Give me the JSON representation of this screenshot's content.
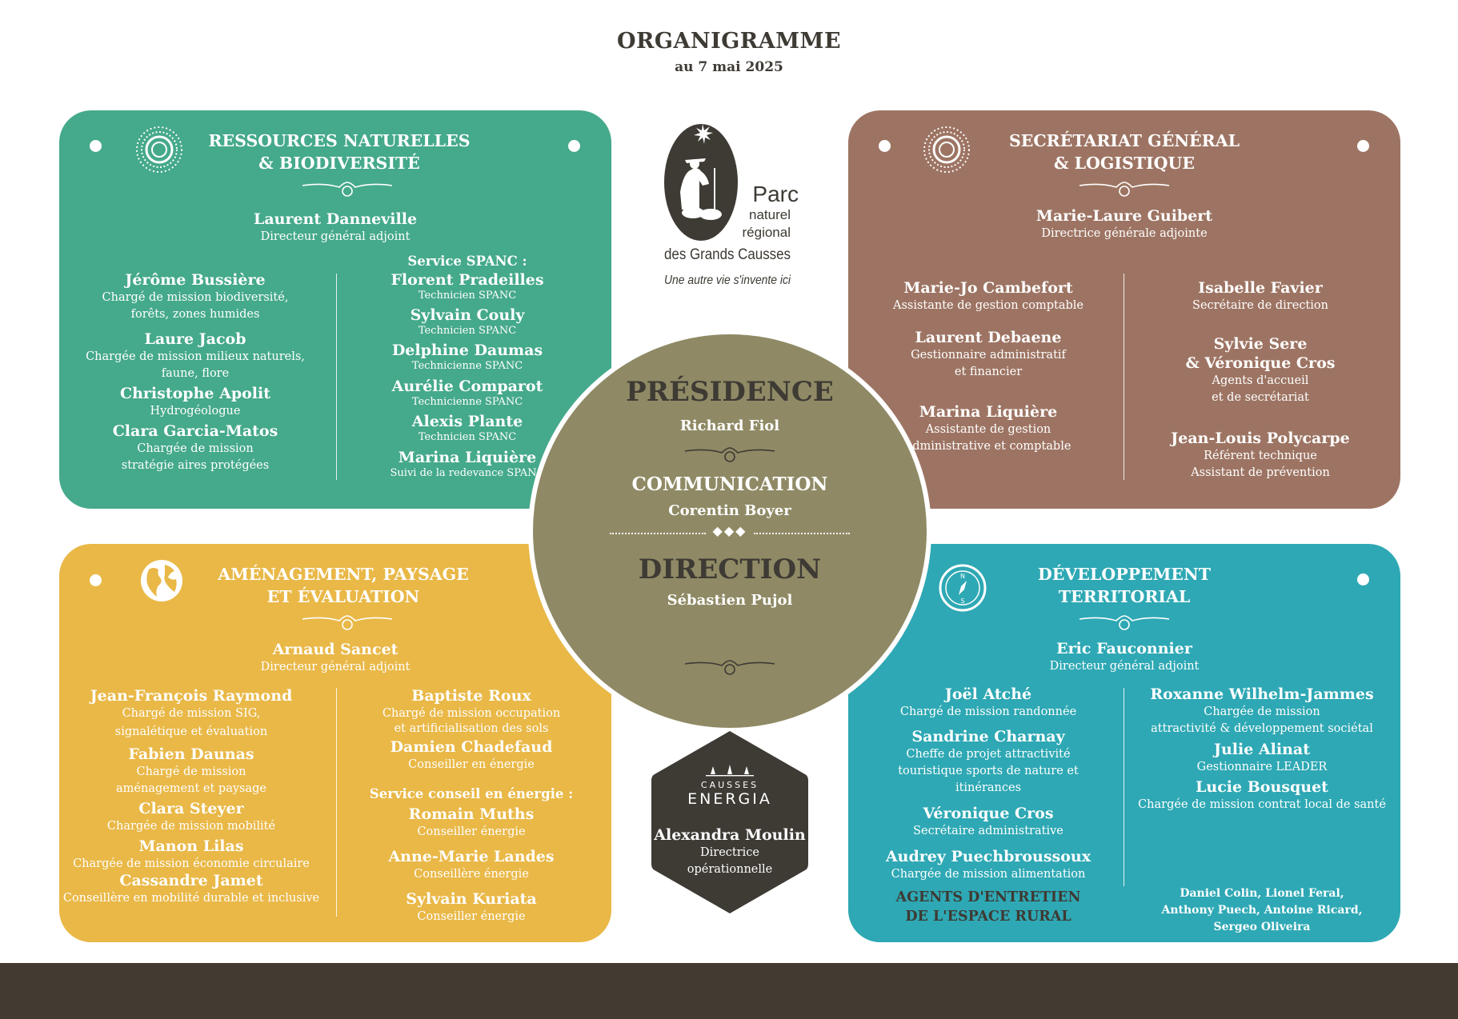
{
  "header": {
    "title": "ORGANIGRAMME",
    "date": "au 7 mai 2025"
  },
  "logo": {
    "line1": "Parc",
    "line2": "naturel",
    "line3": "régional",
    "line4": "des Grands Causses",
    "tagline": "Une autre vie s'invente ici"
  },
  "center": {
    "presidence": {
      "title": "PRÉSIDENCE",
      "name": "Richard Fiol"
    },
    "communication": {
      "title": "COMMUNICATION",
      "name": "Corentin Boyer"
    },
    "direction": {
      "title": "DIRECTION",
      "name": "Sébastien Pujol"
    }
  },
  "energia": {
    "logo_top": "CAUSSES",
    "logo_bottom": "ENERGIA",
    "name": "Alexandra Moulin",
    "role1": "Directrice",
    "role2": "opérationnelle"
  },
  "colors": {
    "rn": "#45a98b",
    "sg": "#9d7463",
    "am": "#e9b847",
    "dt": "#2ea8b4",
    "center": "#8f8a65",
    "dark": "#3e3a34",
    "footer": "#433b31"
  },
  "ressources": {
    "title1": "RESSOURCES NATURELLES",
    "title2": "& BIODIVERSITÉ",
    "icon": "sun-icon",
    "leader": {
      "name": "Laurent Danneville",
      "role": "Directeur général adjoint"
    },
    "left": [
      {
        "name": "Jérôme Bussière",
        "role1": "Chargé de mission biodiversité,",
        "role2": "forêts, zones humides"
      },
      {
        "name": "Laure Jacob",
        "role1": "Chargée de mission milieux naturels,",
        "role2": "faune, flore"
      },
      {
        "name": "Christophe Apolit",
        "role1": "Hydrogéologue"
      },
      {
        "name": "Clara Garcia-Matos",
        "role1": "Chargée de mission",
        "role2": "stratégie aires protégées"
      }
    ],
    "service": "Service SPANC :",
    "right": [
      {
        "name": "Florent Pradeilles",
        "role": "Technicien SPANC"
      },
      {
        "name": "Sylvain Couly",
        "role": "Technicien SPANC"
      },
      {
        "name": "Delphine Daumas",
        "role": "Technicienne SPANC"
      },
      {
        "name": "Aurélie Comparot",
        "role": "Technicienne SPANC"
      },
      {
        "name": "Alexis Plante",
        "role": "Technicien SPANC"
      },
      {
        "name": "Marina Liquière",
        "role": "Suivi de la redevance SPANC"
      }
    ]
  },
  "secretariat": {
    "title1": "SECRÉTARIAT GÉNÉRAL",
    "title2": "& LOGISTIQUE",
    "icon": "sun-icon",
    "leader": {
      "name": "Marie-Laure Guibert",
      "role": "Directrice générale adjointe"
    },
    "left": [
      {
        "name": "Marie-Jo Cambefort",
        "role1": "Assistante de gestion comptable"
      },
      {
        "name": "Laurent Debaene",
        "role1": "Gestionnaire administratif",
        "role2": "et financier"
      },
      {
        "name": "Marina Liquière",
        "role1": "Assistante de gestion",
        "role2": "administrative et comptable"
      }
    ],
    "right": [
      {
        "name": "Isabelle Favier",
        "role1": "Secrétaire de direction"
      },
      {
        "name": "Sylvie Sere",
        "name2": "& Véronique Cros",
        "role1": "Agents d'accueil",
        "role2": "et de secrétariat"
      },
      {
        "name": "Jean-Louis Polycarpe",
        "role1": "Référent technique",
        "role2": "Assistant de prévention"
      }
    ]
  },
  "amenagement": {
    "title1": "AMÉNAGEMENT, PAYSAGE",
    "title2": "ET ÉVALUATION",
    "icon": "globe-icon",
    "leader": {
      "name": "Arnaud Sancet",
      "role": "Directeur général adjoint"
    },
    "left": [
      {
        "name": "Jean-François Raymond",
        "role1": "Chargé de mission SIG,",
        "role2": "signalétique et évaluation"
      },
      {
        "name": "Fabien Daunas",
        "role1": "Chargé de mission",
        "role2": "aménagement et paysage"
      },
      {
        "name": "Clara Steyer",
        "role1": "Chargée de mission mobilité"
      },
      {
        "name": "Manon Lilas",
        "role1": "Chargée de mission économie circulaire"
      },
      {
        "name": "Cassandre Jamet",
        "role1": "Conseillère en mobilité durable et inclusive"
      }
    ],
    "right": [
      {
        "name": "Baptiste Roux",
        "role1": "Chargé de mission occupation",
        "role2": "et artificialisation des sols"
      },
      {
        "name": "Damien Chadefaud",
        "role1": "Conseiller en énergie"
      }
    ],
    "service": "Service conseil en énergie :",
    "service_items": [
      {
        "name": "Romain Muths",
        "role": "Conseiller énergie"
      },
      {
        "name": "Anne-Marie Landes",
        "role": "Conseillère énergie"
      },
      {
        "name": "Sylvain Kuriata",
        "role": "Conseiller énergie"
      }
    ]
  },
  "developpement": {
    "title1": "DÉVELOPPEMENT",
    "title2": "TERRITORIAL",
    "icon": "compass-icon",
    "compass_n": "N",
    "compass_s": "S",
    "leader": {
      "name": "Eric Fauconnier",
      "role": "Directeur général adjoint"
    },
    "left": [
      {
        "name": "Joël Atché",
        "role1": "Chargé de mission randonnée"
      },
      {
        "name": "Sandrine Charnay",
        "role1": "Cheffe de projet attractivité",
        "role2": "touristique sports de nature et",
        "role3": "itinérances"
      },
      {
        "name": "Véronique Cros",
        "role1": "Secrétaire administrative"
      },
      {
        "name": "Audrey Puechbroussoux",
        "role1": "Chargée de mission alimentation"
      }
    ],
    "right": [
      {
        "name": "Roxanne Wilhelm-Jammes",
        "role1": "Chargée de mission",
        "role2": "attractivité & développement sociétal"
      },
      {
        "name": "Julie Alinat",
        "role1": "Gestionnaire LEADER"
      },
      {
        "name": "Lucie Bousquet",
        "role1": "Chargée de mission contrat local de santé"
      }
    ],
    "agents_title1": "AGENTS D'ENTRETIEN",
    "agents_title2": "DE L'ESPACE RURAL",
    "agents1": "Daniel Colin, Lionel Feral,",
    "agents2": "Anthony Puech, Antoine Ricard,",
    "agents3": "Sergeo Oliveira"
  }
}
